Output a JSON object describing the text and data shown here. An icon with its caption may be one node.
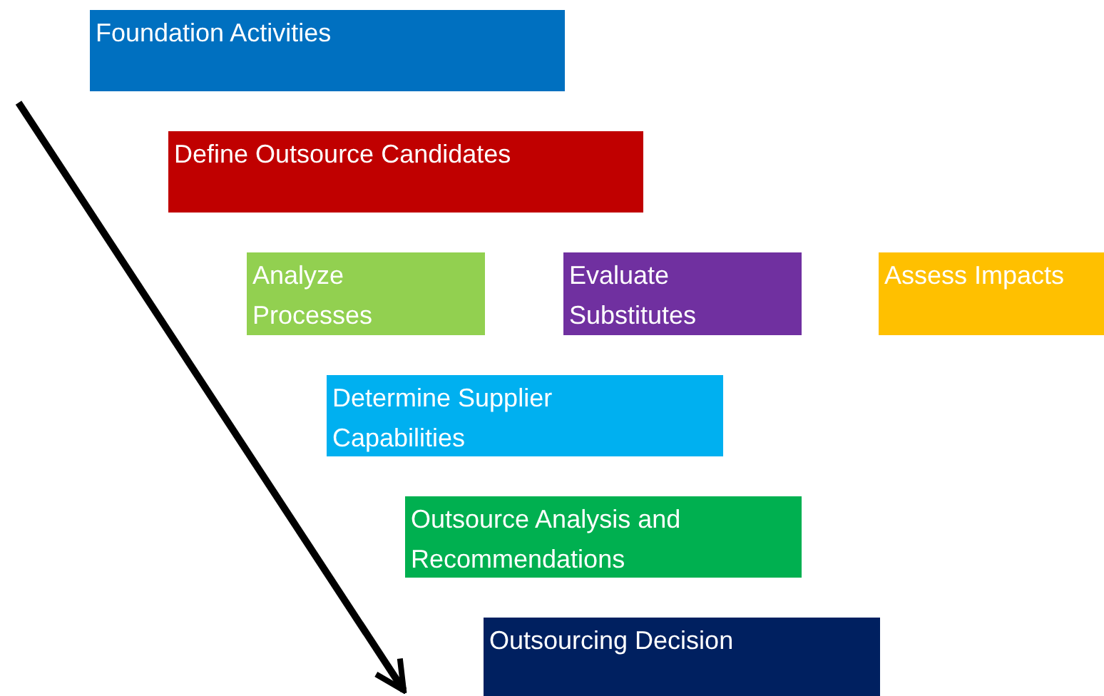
{
  "diagram": {
    "nodes": [
      {
        "text": [
          "Foundation Activities"
        ]
      },
      {
        "text": [
          "Define Outsource Candidates"
        ]
      },
      {
        "text": [
          "Analyze Processes"
        ]
      },
      {
        "text": [
          "Evaluate Substitutes"
        ]
      },
      {
        "text": [
          "Assess Impacts"
        ]
      },
      {
        "text": [
          "Determine Supplier Capabilities"
        ]
      },
      {
        "text": [
          "Outsource Analysis and Recommendations"
        ]
      },
      {
        "text": [
          "Outsourcing Decision"
        ]
      }
    ]
  }
}
